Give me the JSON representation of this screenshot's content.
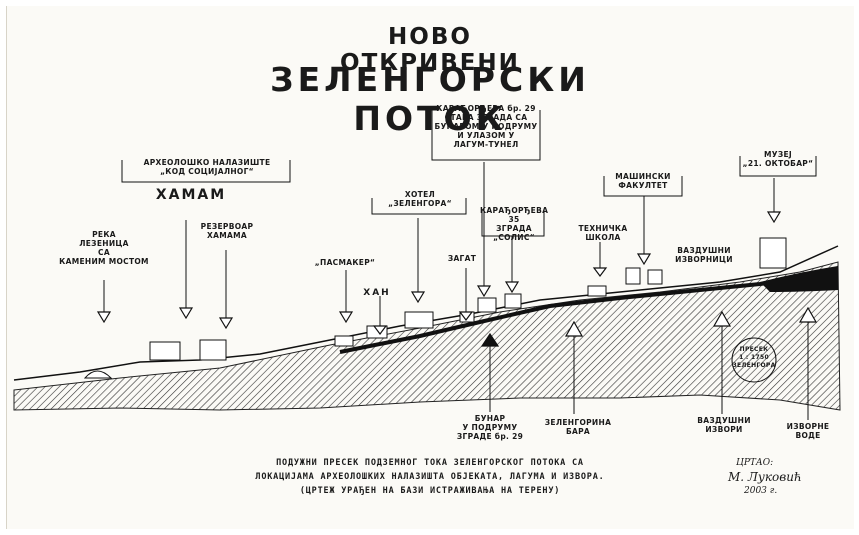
{
  "title": {
    "line1": "НОВО ОТКРИВЕНИ",
    "line2": "ЗЕЛЕНГОРСКИ ПОТОК"
  },
  "labels": {
    "reka": [
      "РЕКА",
      "ЛЕЗЕНИЦА",
      "СА",
      "КАМЕНИМ МОСТОМ"
    ],
    "arheolosko": [
      "АРХЕОЛОШКО НАЛАЗИШТЕ",
      "„КОД СОЦИЈАЛНОГ“"
    ],
    "hamam": "ХАМАМ",
    "rezervoar": [
      "РЕЗЕРВОАР",
      "ХАМАМА"
    ],
    "pasmaker": "„ПАСМАКЕР“",
    "han": "ХАН",
    "hotel": [
      "ХОТЕЛ",
      "„ЗЕЛЕНГОРА“"
    ],
    "zagat": "ЗАГАТ",
    "karadjordjeva29": [
      "КАРАЂОРЂЕВА бр. 29",
      "СТАРА ЗГРАДА СА",
      "БУНАРОМ У ПОДРУМУ",
      "И УЛАЗОМ У",
      "ЛАГУМ-ТУНЕЛ"
    ],
    "karadjordjeva35": [
      "КАРАЂОРЂЕВА 35",
      "ЗГРАДА",
      "„СОЛИС“"
    ],
    "tehnicka": [
      "ТЕХНИЧКА",
      "ШКОЛА"
    ],
    "masinski": [
      "МАШИНСКИ",
      "ФАКУЛТЕТ"
    ],
    "vazdusni": [
      "ВАЗДУШНИ",
      "ИЗВОРНИЦИ"
    ],
    "muzej": [
      "МУЗЕЈ",
      "„21. ОКТОБАР“"
    ],
    "bunar": [
      "БУНАР",
      "У ПОДРУМУ",
      "ЗГРАДЕ бр. 29"
    ],
    "zelengorina": [
      "ЗЕЛЕНГОРИНА",
      "БАРА"
    ],
    "vazdusni_izvori": [
      "ВАЗДУШНИ",
      "ИЗВОРИ"
    ],
    "izvorne": [
      "ИЗВОРНЕ",
      "ВОДЕ"
    ],
    "stamp": [
      "ПРЕСЕК",
      "1 : 1750",
      "ЗЕЛЕНГОРА"
    ]
  },
  "caption": [
    "ПОДУЖНИ ПРЕСЕК ПОДЗЕМНОГ ТОКА ЗЕЛЕНГОРСКОГ ПОТОКА СА",
    "ЛОКАЦИЈАМА АРХЕОЛОШКИХ НАЛАЗИШТА ОБЈЕКАТА, ЛАГУМА И ИЗВОРА.",
    "(ЦРТЕЖ УРАЂЕН НА БАЗИ ИСТРАЖИВАЊА НА ТЕРЕНУ)"
  ],
  "signature": [
    "ЦРТАО:",
    "М. Луковић",
    "2003 г."
  ]
}
